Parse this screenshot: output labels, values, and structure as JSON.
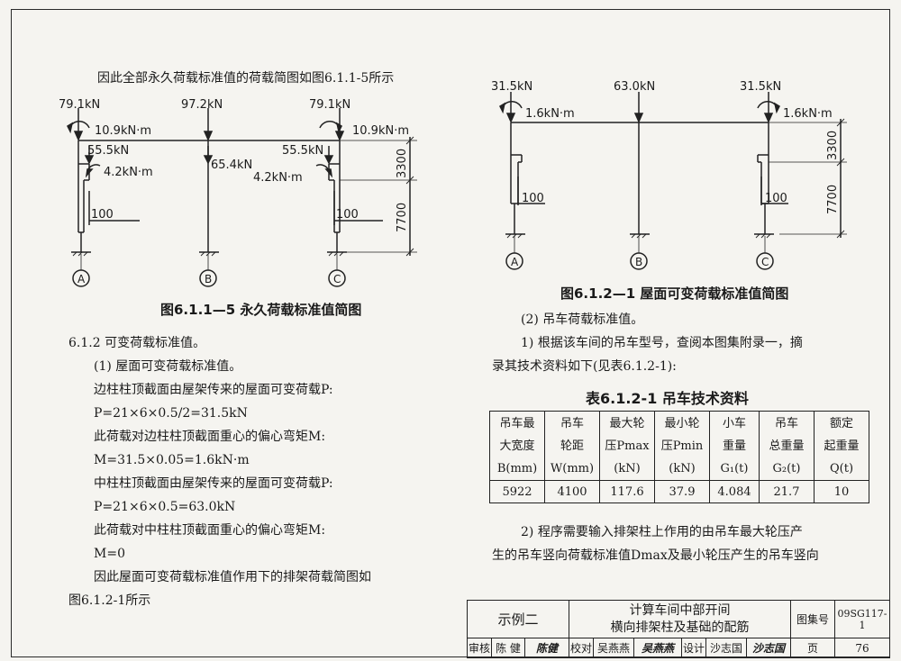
{
  "left": {
    "intro": "因此全部永久荷载标准值的荷载简图如图6.1.1-5所示",
    "figure1": {
      "caption": "图6.1.1—5 永久荷载标准值简图",
      "loads": {
        "a_top": "79.1kN",
        "a_moment": "10.9kN·m",
        "a_mid": "55.5kN",
        "a_mid_moment": "4.2kN·m",
        "b_top": "97.2kN",
        "b_mid": "65.4kN",
        "c_top": "79.1kN",
        "c_moment": "10.9kN·m",
        "c_mid": "55.5kN",
        "c_mid_moment": "4.2kN·m"
      },
      "dim_upper": "3300",
      "dim_lower": "7700",
      "offset_a": "100",
      "offset_c": "100",
      "axes": [
        "A",
        "B",
        "C"
      ]
    },
    "section": "6.1.2 可变荷载标准值。",
    "sub1": "(1) 屋面可变荷载标准值。",
    "l1": "边柱柱顶截面由屋架传来的屋面可变荷载P:",
    "l2": "P=21×6×0.5/2=31.5kN",
    "l3": "此荷载对边柱柱顶截面重心的偏心弯矩M:",
    "l4": "M=31.5×0.05=1.6kN·m",
    "l5": "中柱柱顶截面由屋架传来的屋面可变荷载P:",
    "l6": "P=21×6×0.5=63.0kN",
    "l7": "此荷载对中柱柱顶截面重心的偏心弯矩M:",
    "l8": "M=0",
    "l9": "因此屋面可变荷载标准值作用下的排架荷载简图如",
    "l10": "图6.1.2-1所示"
  },
  "right": {
    "figure2": {
      "caption": "图6.1.2—1 屋面可变荷载标准值简图",
      "loads": {
        "a_top": "31.5kN",
        "a_moment": "1.6kN·m",
        "b_top": "63.0kN",
        "c_top": "31.5kN",
        "c_moment": "1.6kN·m"
      },
      "dim_upper": "3300",
      "dim_lower": "7700",
      "offset_a": "100",
      "offset_c": "100",
      "axes": [
        "A",
        "B",
        "C"
      ]
    },
    "sub2": "(2) 吊车荷载标准值。",
    "p1a": "1) 根据该车间的吊车型号，查阅本图集附录一，摘",
    "p1b": "录其技术资料如下(见表6.1.2-1):",
    "table_title": "表6.1.2-1  吊车技术资料",
    "table": {
      "headers": [
        [
          "吊车最",
          "大宽度",
          "B(mm)"
        ],
        [
          "吊车",
          "轮距",
          "W(mm)"
        ],
        [
          "最大轮",
          "压Pmax",
          "(kN)"
        ],
        [
          "最小轮",
          "压Pmin",
          "(kN)"
        ],
        [
          "小车",
          "重量",
          "G₁(t)"
        ],
        [
          "吊车",
          "总重量",
          "G₂(t)"
        ],
        [
          "额定",
          "起重量",
          "Q(t)"
        ]
      ],
      "values": [
        "5922",
        "4100",
        "117.6",
        "37.9",
        "4.084",
        "21.7",
        "10"
      ]
    },
    "p2a": "2) 程序需要输入排架柱上作用的由吊车最大轮压产",
    "p2b": "生的吊车竖向荷载标准值Dmax及最小轮压产生的吊车竖向"
  },
  "title_block": {
    "example": "示例二",
    "title1": "计算车间中部开间",
    "title2": "横向排架柱及基础的配筋",
    "atlas_label": "图集号",
    "atlas_no": "09SG117-1",
    "page_label": "页",
    "page_no": "76",
    "review_label": "审核",
    "reviewer": "陈 健",
    "reviewer_sign": "陈健",
    "check_label": "校对",
    "checker": "吴燕燕",
    "checker_sign": "吴燕燕",
    "design_label": "设计",
    "designer": "沙志国",
    "designer_sign": "沙志国"
  }
}
